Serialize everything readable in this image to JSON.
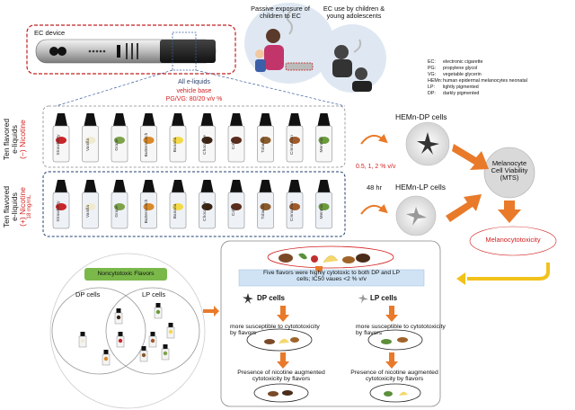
{
  "device": {
    "label": "EC device"
  },
  "exposure": {
    "passive": "Passive exposure of children to EC",
    "active": "EC use by children & young adolescents"
  },
  "legend": [
    {
      "abbr": "EC:",
      "text": "electronic cigarette"
    },
    {
      "abbr": "PG:",
      "text": "propylene glycol"
    },
    {
      "abbr": "VG:",
      "text": "vegetable glycerin"
    },
    {
      "abbr": "HEMn:",
      "text": "human epidermal melanocytes neonatal"
    },
    {
      "abbr": "LP:",
      "text": "lightly pigmented"
    },
    {
      "abbr": "DP:",
      "text": "darkly pigmented"
    }
  ],
  "eliquids": {
    "all": "All e-liquids",
    "vehicle": "vehicle base",
    "ratio": "PG/VG: 80/20 v/v %"
  },
  "row1": {
    "label_line1": "Ten flavored",
    "label_line2": "e-liquids",
    "nicotine": "(−) Nicotine"
  },
  "row2": {
    "label_line1": "Ten flavored",
    "label_line2": "e-liquids",
    "nicotine": "(+) Nicotine",
    "dose": "18 mg/mL"
  },
  "flavors": [
    "Strawberry",
    "Vanilla",
    "Grape",
    "Butterscotch",
    "Banana",
    "Chocolate",
    "Cola",
    "Tobacco",
    "Cinnamon",
    "Menthol"
  ],
  "conc": "0.5, 1, 2 % v/v",
  "time": "48 hr",
  "cells": {
    "dp": "HEMn-DP cells",
    "lp": "HEMn-LP cells"
  },
  "assay": {
    "line1": "Melanocyte",
    "line2": "Cell Viability",
    "line3": "(MTS)"
  },
  "result": "Melanocytotoxicity",
  "summary": {
    "line1": "Five flavors were highly cytotoxic to both DP and LP",
    "line2": "cells; IC50 vaues <2 % v/v"
  },
  "dp_branch": {
    "title": "DP cells",
    "sus1": "more susceptible to cytototoxicity",
    "sus2": "by flavors",
    "nic1": "Presence of nicotine augmented",
    "nic2": "cytotoxicity by flavors"
  },
  "lp_branch": {
    "title": "LP cells",
    "sus1": "more susceptible to cytototoxicity",
    "sus2": "by flavors",
    "nic1": "Presence of nicotine augmented",
    "nic2": "cytotoxicity by flavors"
  },
  "venn": {
    "title": "Noncytotoxic Flavors",
    "dp": "DP cells",
    "lp": "LP cells"
  },
  "colors": {
    "red": "#d21f1f",
    "orange": "#e87a2a",
    "green_title": "#7ab84a",
    "blue_box": "#cfe3f5",
    "yellow_arrow": "#f2c21b"
  }
}
